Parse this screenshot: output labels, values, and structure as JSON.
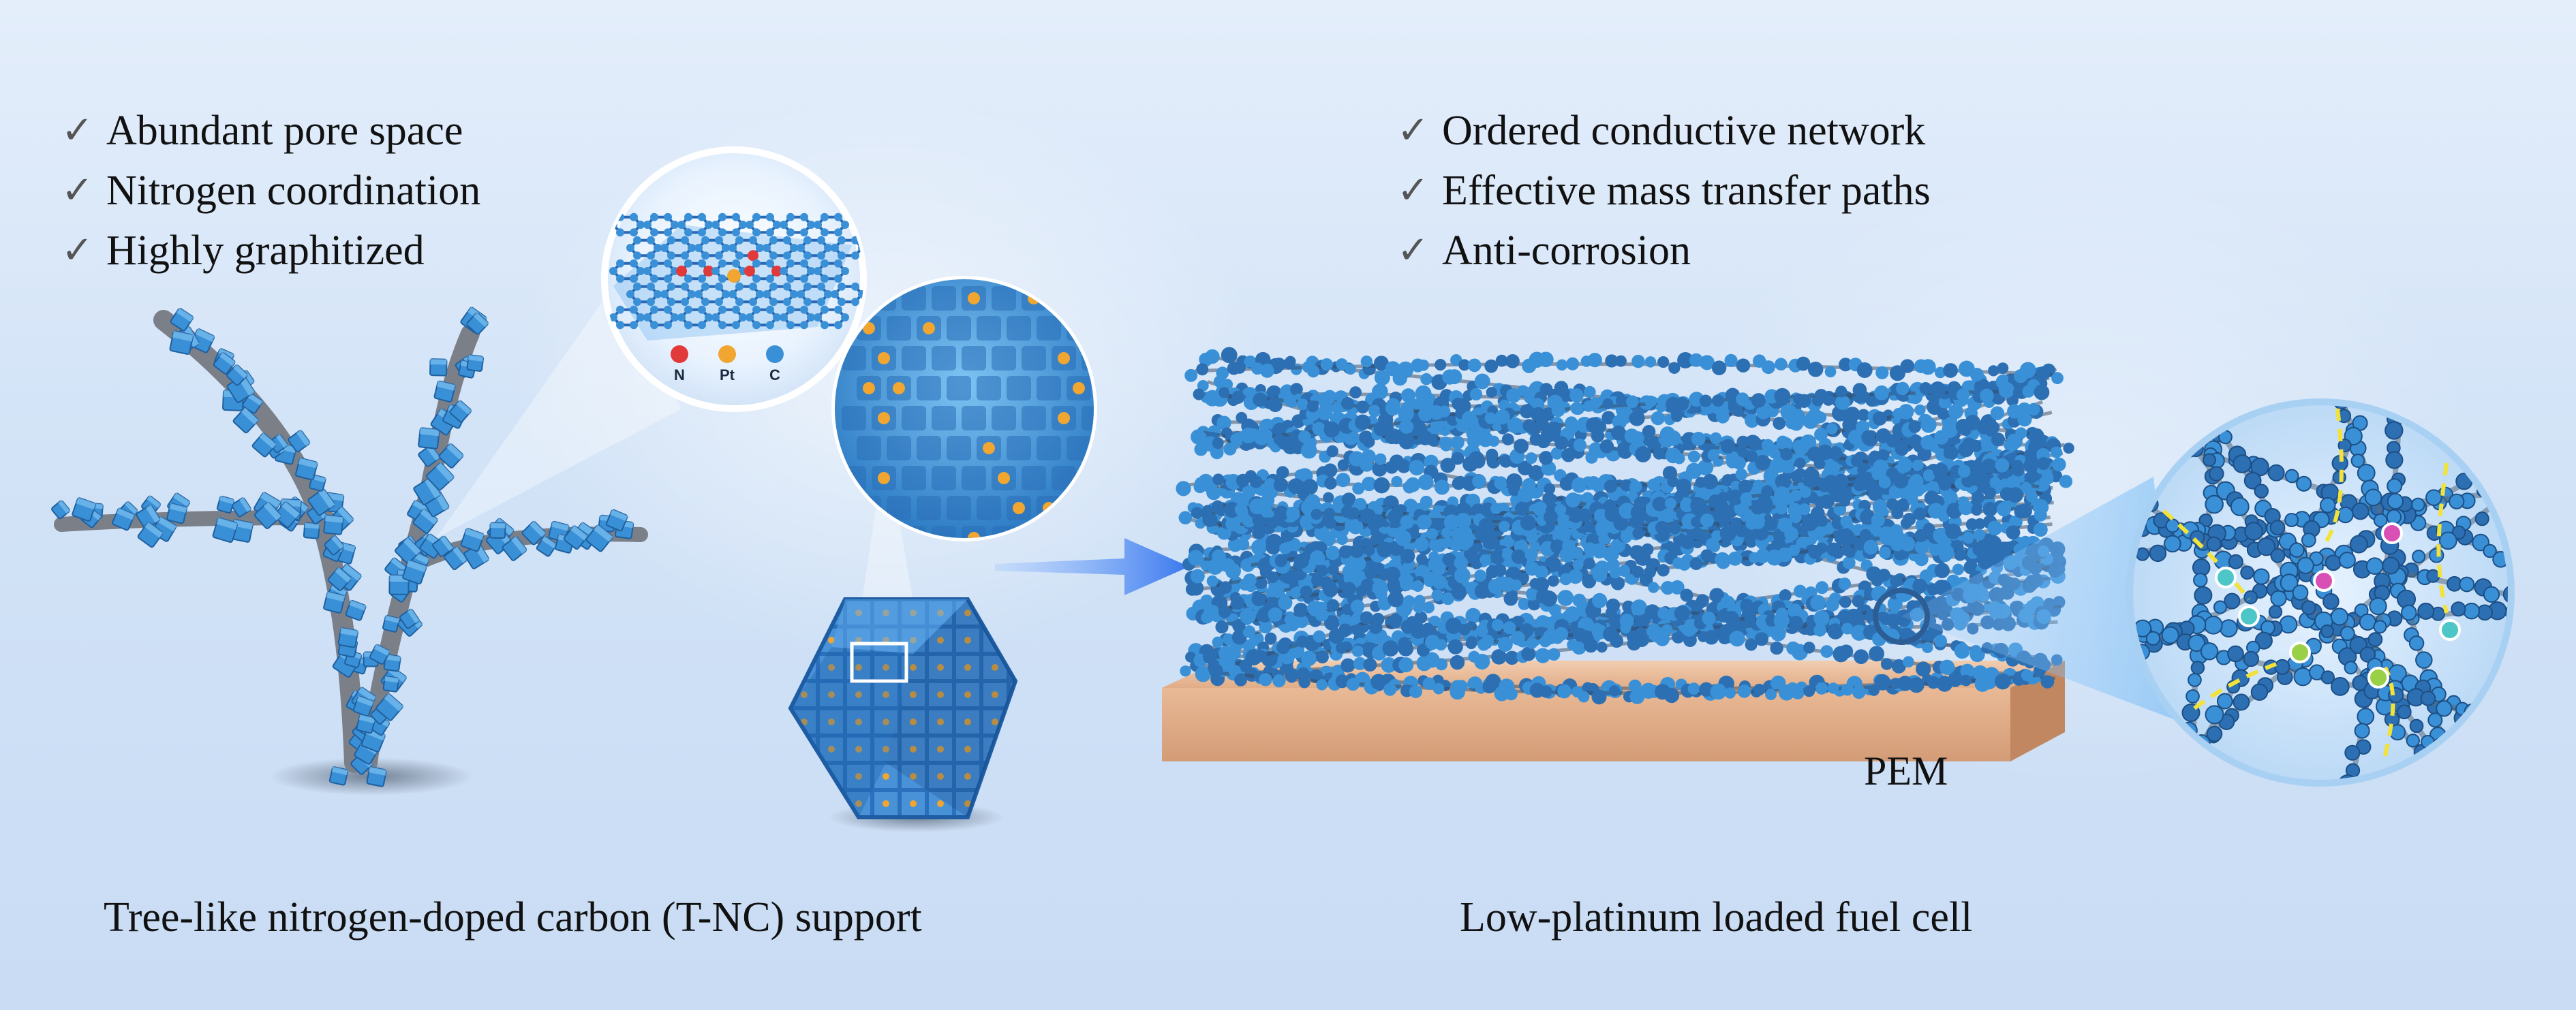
{
  "left_features": [
    "Abundant pore space",
    "Nitrogen coordination",
    "Highly graphitized"
  ],
  "right_features": [
    "Ordered conductive network",
    "Effective mass transfer paths",
    "Anti-corrosion"
  ],
  "left_caption": "Tree-like nitrogen-doped carbon (T-NC) support",
  "right_caption": "Low-platinum loaded fuel cell",
  "pem_label": "PEM",
  "atom_legend": [
    "N",
    "Pt",
    "C"
  ],
  "colors": {
    "cube_blue": "#3a90d6",
    "fiber_blue": "#2d6fb3",
    "nitrogen_red": "#e23a3a",
    "platinum_orange": "#f0a630",
    "membrane_tan": "#e6b894",
    "arrow_blue": "#3f7ef0",
    "flow_yellow": "#f2e23a"
  },
  "icons": [
    "check-icon",
    "arrow-right-icon",
    "magnify-circle-icon"
  ]
}
